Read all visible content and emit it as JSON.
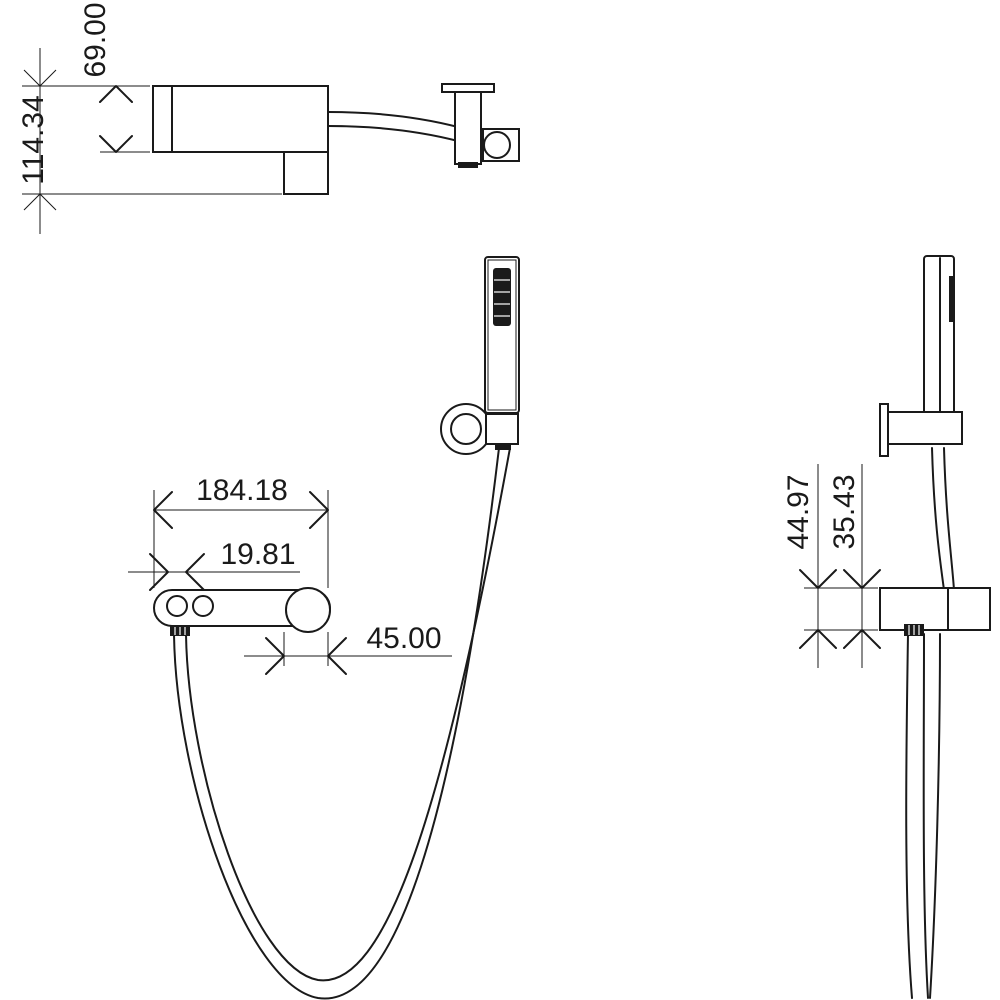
{
  "dimensions": {
    "top_view_depth_outer": "114.34",
    "top_view_depth_inner": "69.00",
    "front_width": "184.18",
    "front_control_offset": "19.81",
    "front_spout_diameter": "45.00",
    "side_height_outer": "44.97",
    "side_height_inner": "35.43"
  },
  "colors": {
    "line": "#1a1a1a",
    "background": "#ffffff"
  }
}
